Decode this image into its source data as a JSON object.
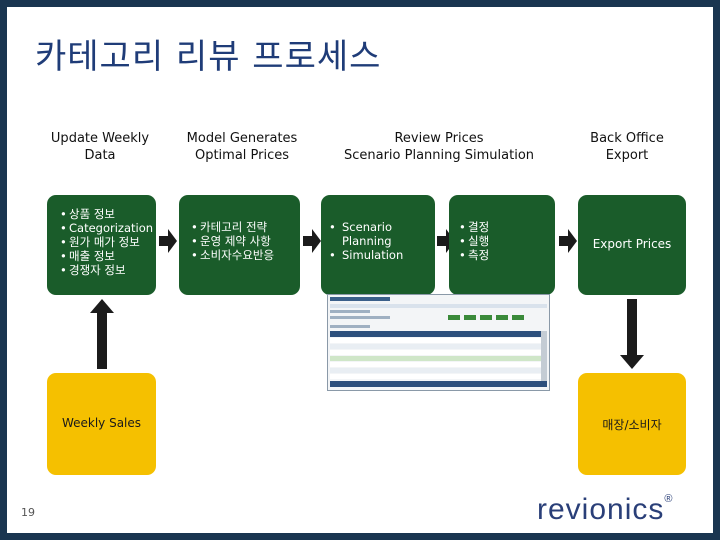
{
  "slide": {
    "title": "카테고리 리뷰 프로세스",
    "page_number": "19"
  },
  "steps": [
    {
      "header": "Update Weekly\nData",
      "bullets": [
        "상품 정보",
        "Categorization",
        "원가 매가 정보",
        "매출 정보",
        "경쟁자 정보"
      ]
    },
    {
      "header": "Model Generates\nOptimal Prices",
      "bullets": [
        "카테고리 전략",
        "운영 제약 사항",
        "소비자수요반응"
      ]
    },
    {
      "header": "Review Prices\nScenario Planning Simulation",
      "bullets_left": [
        "Scenario Planning",
        "Simulation"
      ],
      "bullets_right": [
        "결정",
        "실행",
        "측정"
      ]
    },
    {
      "header": "Back Office\nExport",
      "label": "Export Prices"
    }
  ],
  "bottom": {
    "weekly_sales": "Weekly Sales",
    "store": "매장/소비자"
  },
  "logo": {
    "text": "revionics",
    "reg": "®"
  },
  "colors": {
    "green": "#1a5c2a",
    "yellow": "#f5c000",
    "title": "#1f3c78",
    "frame": "#1a3550"
  }
}
